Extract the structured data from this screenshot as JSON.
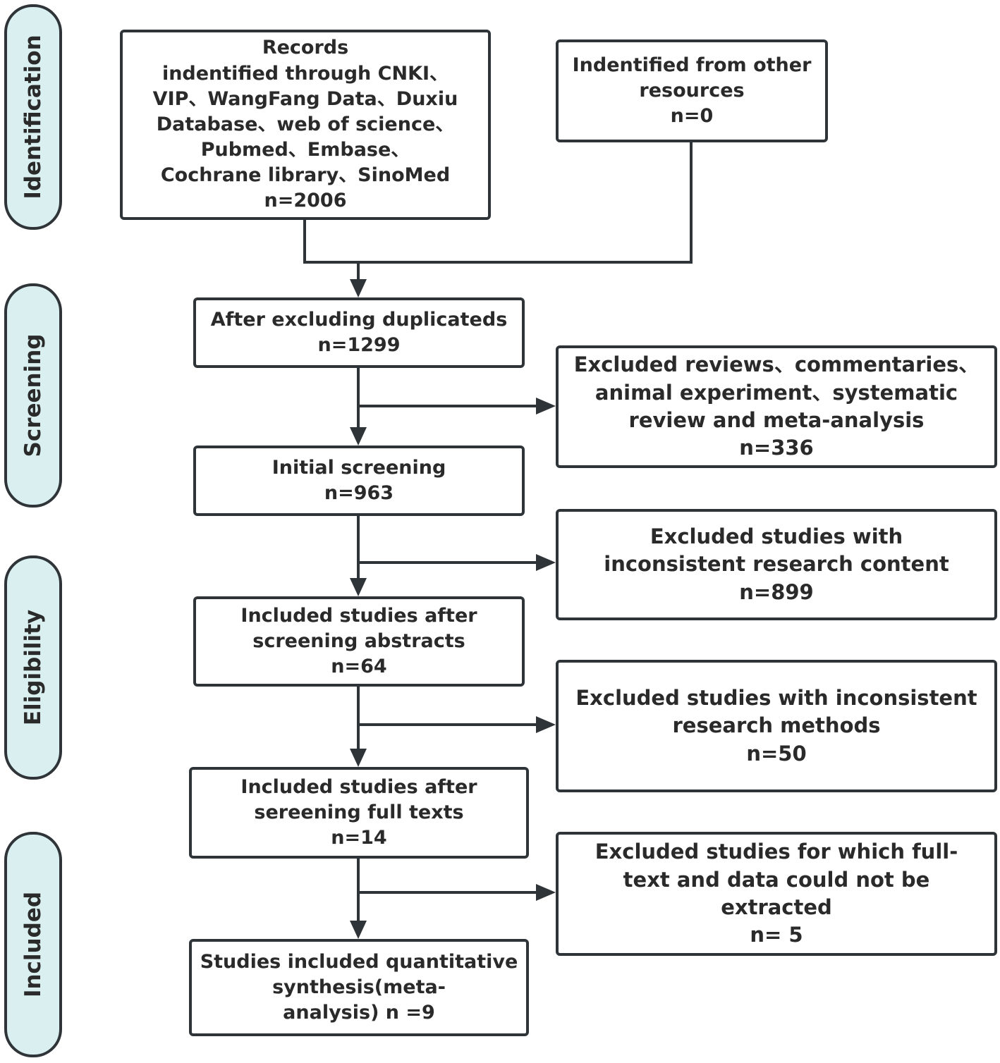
{
  "stages": [
    {
      "id": "identification",
      "label": "Identification"
    },
    {
      "id": "screening",
      "label": "Screening"
    },
    {
      "id": "eligibility",
      "label": "Eligibility"
    },
    {
      "id": "included",
      "label": "Included"
    }
  ],
  "boxes": {
    "records": [
      "Records",
      "indentified through CNKI、",
      "VIP、WangFang Data、Duxiu",
      "Database、web of science、",
      "Pubmed、Embase、",
      "Cochrane library、SinoMed",
      "n=2006"
    ],
    "other": [
      "Indentified from other",
      "resources",
      "n=0"
    ],
    "duplicates": [
      "After excluding duplicateds",
      "n=1299"
    ],
    "excluded_reviews": [
      "Excluded reviews、commentaries、",
      "animal experiment、systematic",
      "review and meta-analysis",
      "n=336"
    ],
    "initial": [
      "Initial screening",
      "n=963"
    ],
    "excluded_content": [
      "Excluded studies with",
      "inconsistent research content",
      "n=899"
    ],
    "abstracts": [
      "Included studies after",
      "screening abstracts",
      "n=64"
    ],
    "excluded_methods": [
      "Excluded studies with inconsistent",
      "research methods",
      "n=50"
    ],
    "fulltexts": [
      "Included studies after",
      "sereening full texts",
      "n=14"
    ],
    "excluded_fulltext": [
      "Excluded studies for which full-",
      "text and data could not be",
      "extracted",
      "n= 5"
    ],
    "synthesis": [
      "Studies included quantitative",
      "synthesis(meta-",
      "analysis) n =9"
    ]
  },
  "colors": {
    "stage_fill": "#d9eff0",
    "stroke": "#2f3438",
    "text": "#2a2a2a"
  }
}
